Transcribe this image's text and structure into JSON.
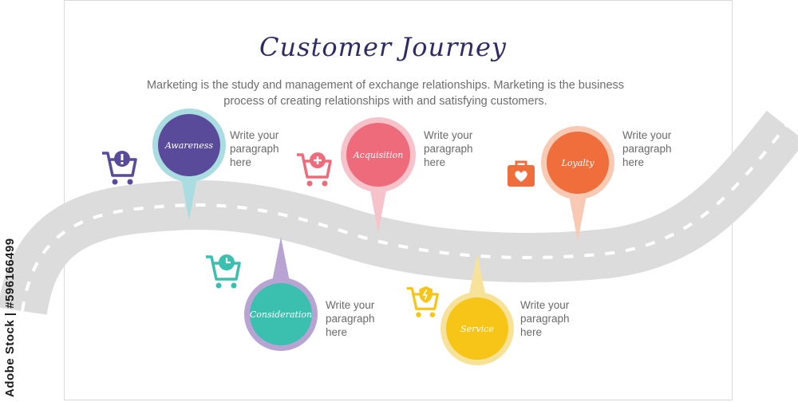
{
  "title": "Customer Journey",
  "subtitle_line1": "Marketing is the study and management of exchange relationships. Marketing is the business",
  "subtitle_line2": "process of creating relationships with and satisfying customers.",
  "stages": [
    {
      "label": "Awareness",
      "paragraph": [
        "Write your",
        "paragraph",
        "here"
      ],
      "color": "#5a4a9a",
      "ring": "#a9dde2",
      "icon": "cart-alert-icon"
    },
    {
      "label": "Consideration",
      "paragraph": [
        "Write your",
        "paragraph",
        "here"
      ],
      "color": "#3bbfae",
      "ring": "#b8a4d3",
      "icon": "cart-clock-icon"
    },
    {
      "label": "Acquisition",
      "paragraph": [
        "Write your",
        "paragraph",
        "here"
      ],
      "color": "#ee6b7c",
      "ring": "#f6c3cb",
      "icon": "cart-plus-icon"
    },
    {
      "label": "Service",
      "paragraph": [
        "Write your",
        "paragraph",
        "here"
      ],
      "color": "#f6c518",
      "ring": "#f7e29a",
      "icon": "cart-shield-icon"
    },
    {
      "label": "Loyalty",
      "paragraph": [
        "Write your",
        "paragraph",
        "here"
      ],
      "color": "#f06d3c",
      "ring": "#f8c9b3",
      "icon": "heart-bag-icon"
    }
  ],
  "watermark": "Adobe Stock | #596166499"
}
